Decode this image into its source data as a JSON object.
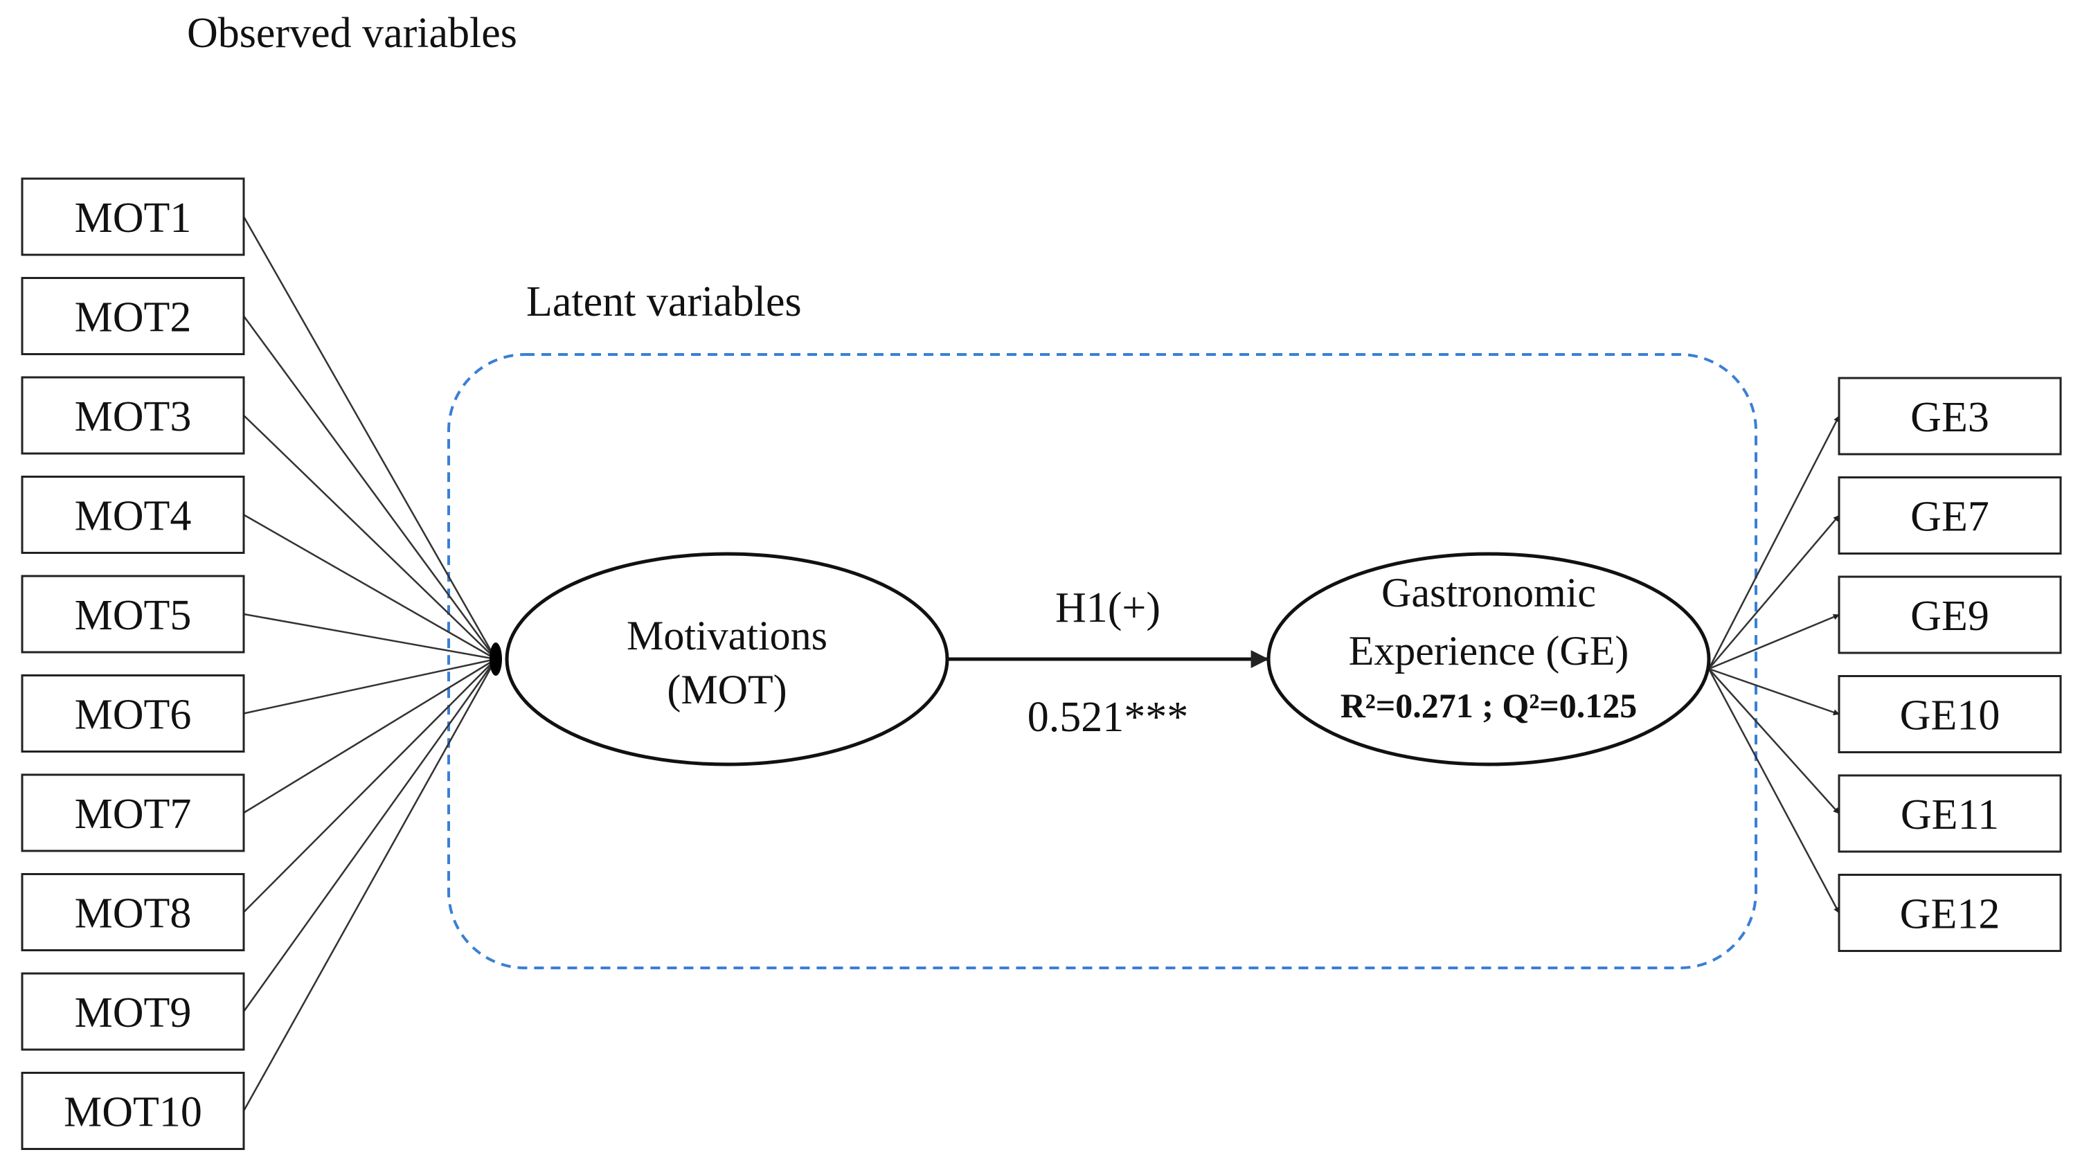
{
  "headings": {
    "observed": "Observed variables",
    "latent": "Latent variables"
  },
  "indicators_left": [
    "MOT1",
    "MOT2",
    "MOT3",
    "MOT4",
    "MOT5",
    "MOT6",
    "MOT7",
    "MOT8",
    "MOT9",
    "MOT10"
  ],
  "indicators_right": [
    "GE3",
    "GE7",
    "GE9",
    "GE10",
    "GE11",
    "GE12"
  ],
  "constructs": {
    "mot": {
      "line1": "Motivations",
      "line2": "(MOT)"
    },
    "ge": {
      "line1": "Gastronomic",
      "line2": "Experience (GE)",
      "stats": "R²=0.271 ; Q²=0.125"
    }
  },
  "path": {
    "hypothesis": "H1(+)",
    "coefficient": "0.521***"
  },
  "colors": {
    "frame": "#3a7fd5",
    "line": "#333333"
  }
}
